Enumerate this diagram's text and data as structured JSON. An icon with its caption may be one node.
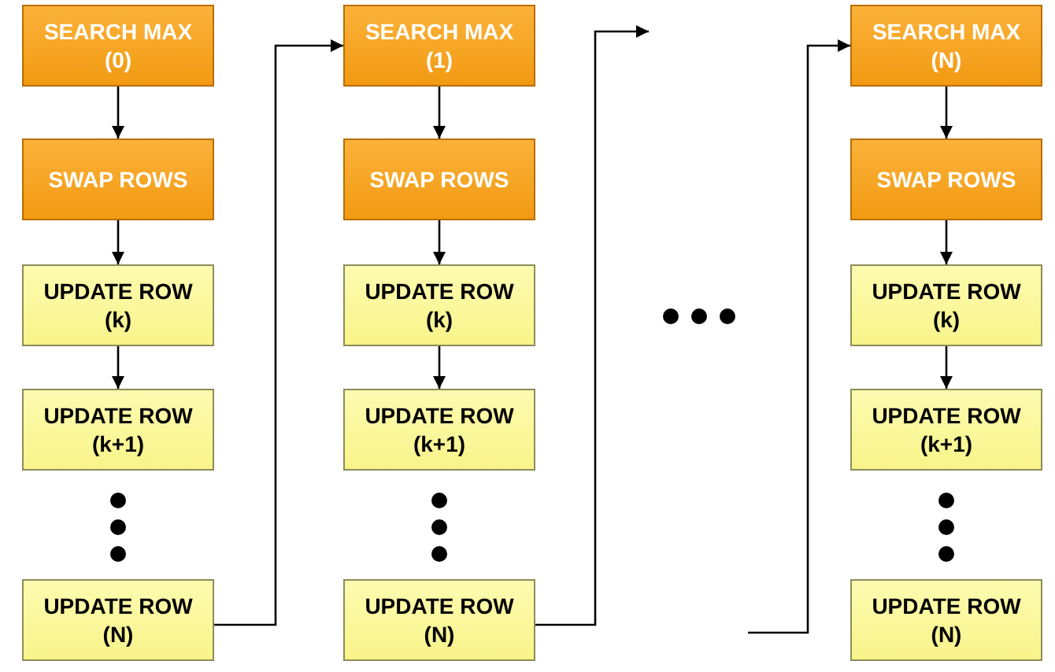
{
  "diagram": {
    "nodes": [
      {
        "text": [
          "SEARCH MAX (0)"
        ]
      },
      {
        "text": [
          "SWAP ROWS"
        ]
      },
      {
        "text": [
          "UPDATE ROW (k)"
        ]
      },
      {
        "text": [
          "UPDATE ROW (k+1)"
        ]
      },
      {
        "text": [
          "UPDATE ROW (N)"
        ]
      },
      {
        "text": [
          "SEARCH MAX (1)"
        ]
      },
      {
        "text": [
          "SWAP ROWS"
        ]
      },
      {
        "text": [
          "UPDATE ROW (k)"
        ]
      },
      {
        "text": [
          "UPDATE ROW (k+1)"
        ]
      },
      {
        "text": [
          "UPDATE ROW (N)"
        ]
      },
      {
        "text": [
          "SEARCH MAX (N)"
        ]
      },
      {
        "text": [
          "SWAP ROWS"
        ]
      },
      {
        "text": [
          "UPDATE ROW (k)"
        ]
      },
      {
        "text": [
          "UPDATE ROW (k+1)"
        ]
      },
      {
        "text": [
          "UPDATE ROW (N)"
        ]
      }
    ],
    "edges": [
      {
        "from": 0,
        "to": 1,
        "arrow": "to"
      },
      {
        "from": 1,
        "to": 2,
        "arrow": "to"
      },
      {
        "from": 2,
        "to": 3,
        "arrow": "to"
      },
      {
        "from": 4,
        "to": 5,
        "arrow": "to"
      },
      {
        "from": 5,
        "to": 6,
        "arrow": "to"
      },
      {
        "from": 6,
        "to": 7,
        "arrow": "to"
      },
      {
        "from": 7,
        "to": 8,
        "arrow": "to"
      },
      {
        "from": 9,
        "to": null,
        "arrow": "to"
      },
      {
        "from": null,
        "to": 10,
        "arrow": "to"
      },
      {
        "from": 10,
        "to": 11,
        "arrow": "to"
      },
      {
        "from": 11,
        "to": 12,
        "arrow": "to"
      },
      {
        "from": 12,
        "to": 13,
        "arrow": "to"
      }
    ]
  }
}
